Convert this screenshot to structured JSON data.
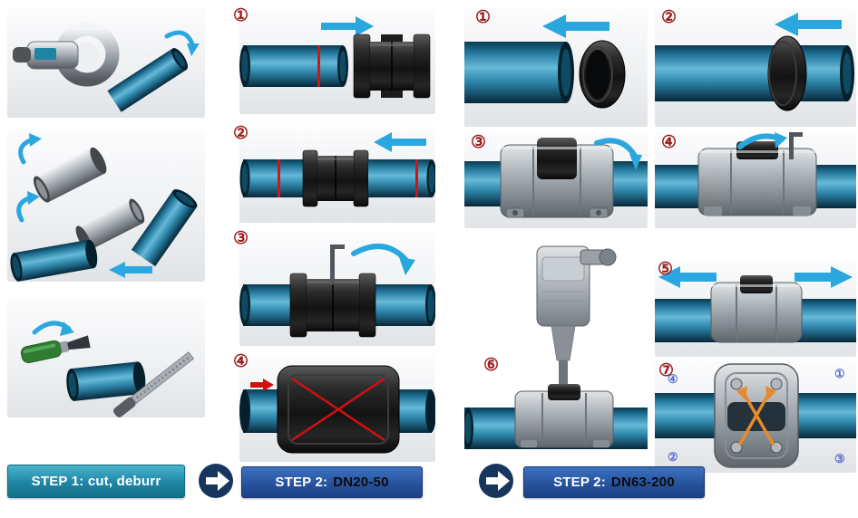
{
  "middle_column": {
    "steps": [
      {
        "number": "①"
      },
      {
        "number": "②"
      },
      {
        "number": "③"
      },
      {
        "number": "④"
      }
    ]
  },
  "right_column": {
    "steps": [
      {
        "number": "①"
      },
      {
        "number": "②"
      },
      {
        "number": "③"
      },
      {
        "number": "④"
      },
      {
        "number": "⑤"
      },
      {
        "number": "⑥"
      },
      {
        "number": "⑦"
      }
    ],
    "bolt_sequence": {
      "top_left": "④",
      "top_right": "①",
      "bottom_left": "②",
      "bottom_right": "③"
    }
  },
  "footer": {
    "step1": {
      "label": "STEP 1: cut, deburr"
    },
    "step2_small": {
      "prefix": "STEP 2:",
      "range": "DN20-50"
    },
    "step2_large": {
      "prefix": "STEP 2:",
      "range": "DN63-200"
    }
  },
  "colors": {
    "pipe_blue": "#2e86aa",
    "arrow_cyan": "#2ba7e0",
    "step_number_red": "#9b1c1c",
    "bolt_number_blue": "#5b6bd0",
    "tighten_sequence_orange": "#e8892b",
    "insertion_mark_red": "#d21414",
    "step1_button_teal": "#1e86a5",
    "step2_button_blue": "#26509b",
    "flow_arrow_navy": "#17365d"
  }
}
